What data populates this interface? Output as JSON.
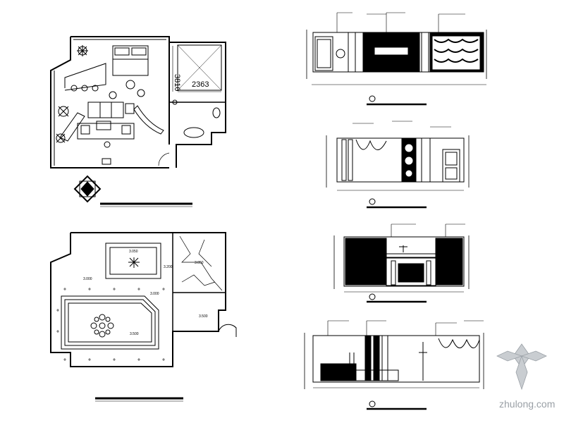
{
  "plan": {
    "dim_vertical": "3810",
    "dim_horizontal": "2363"
  },
  "ceiling": {
    "levels": [
      "3.000",
      "3.050",
      "3.200",
      "3.050",
      "3.000",
      "3.500",
      "3.500"
    ]
  },
  "watermark": {
    "text": "zhulong.com"
  },
  "colors": {
    "line": "#000000",
    "watermark": "#9aa0a6"
  }
}
